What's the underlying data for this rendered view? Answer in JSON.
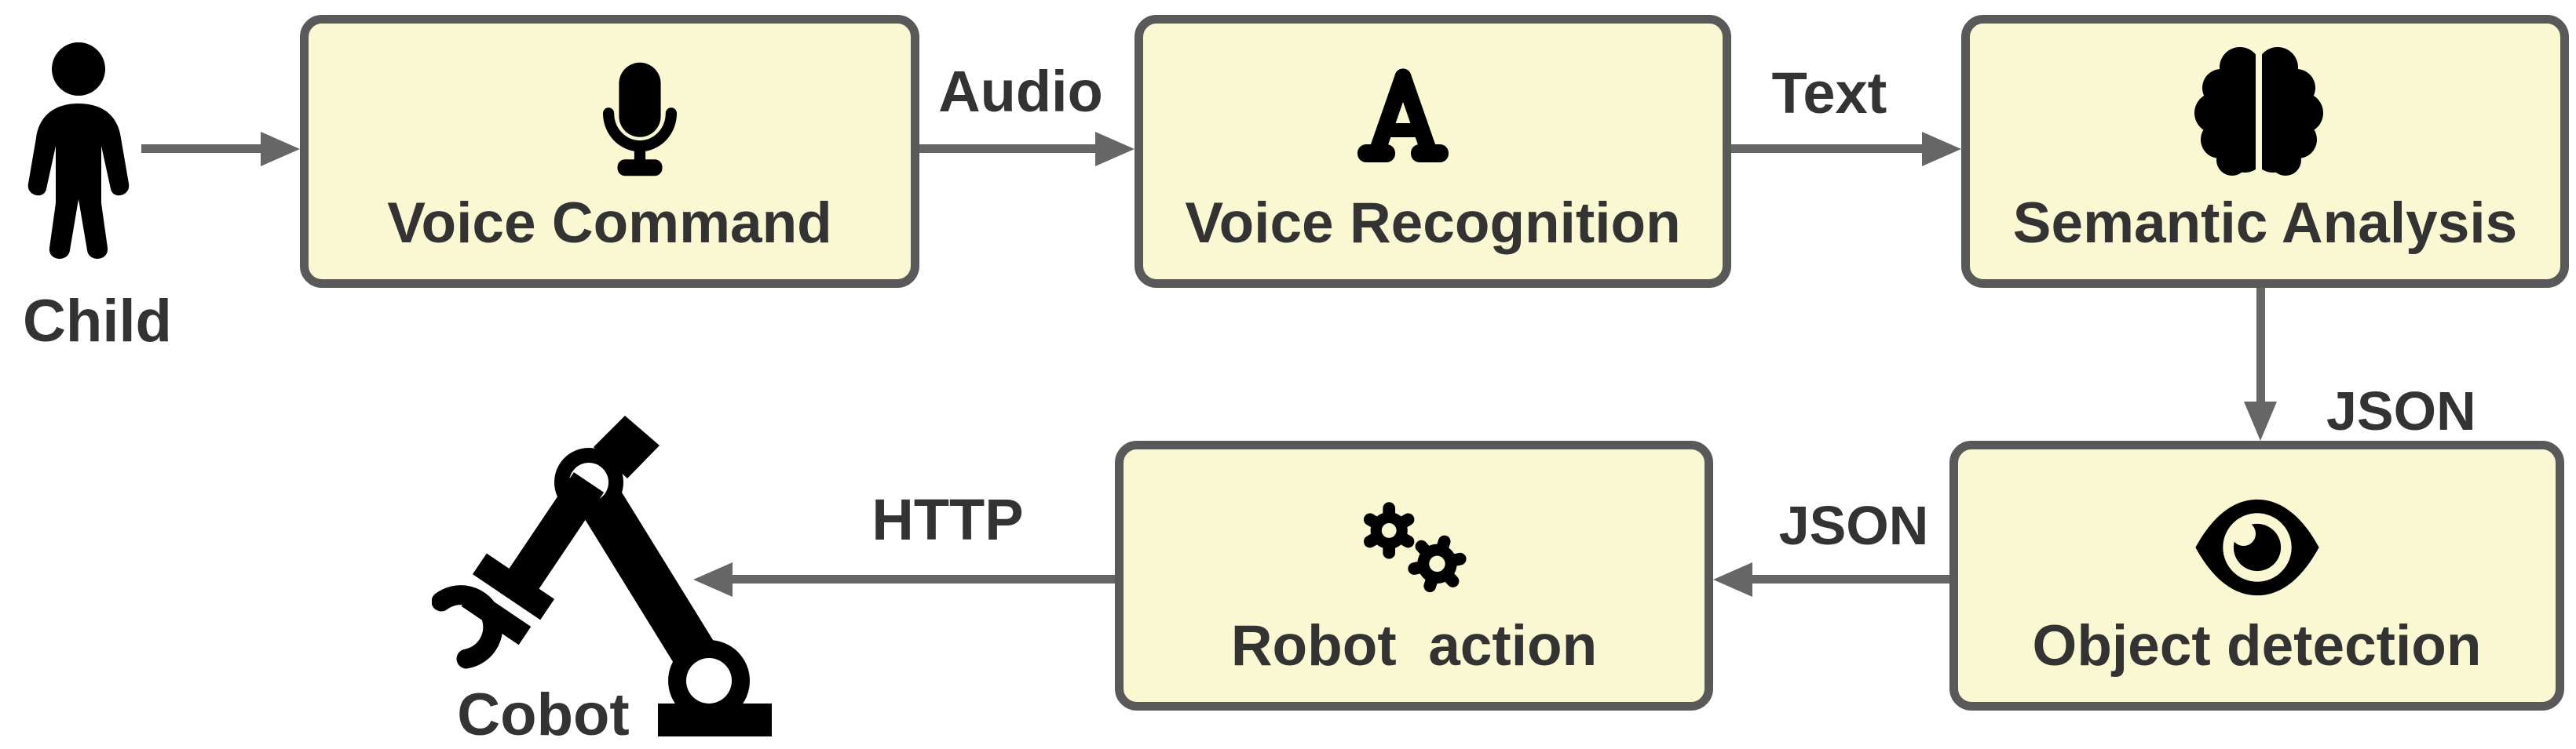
{
  "diagram": {
    "nodes": [
      {
        "id": "voice-command",
        "label": "Voice Command",
        "icon": "microphone-icon"
      },
      {
        "id": "voice-recognition",
        "label": "Voice Recognition",
        "icon": "letter-a-icon"
      },
      {
        "id": "semantic-analysis",
        "label": "Semantic Analysis",
        "icon": "brain-icon"
      },
      {
        "id": "robot-action",
        "label": "Robot  action",
        "icon": "gears-icon"
      },
      {
        "id": "object-detection",
        "label": "Object detection",
        "icon": "eye-icon"
      }
    ],
    "actors": [
      {
        "id": "child",
        "label": "Child",
        "icon": "child-icon"
      },
      {
        "id": "cobot",
        "label": "Cobot",
        "icon": "robot-arm-icon"
      }
    ],
    "edges": [
      {
        "from": "child",
        "to": "voice-command",
        "label": ""
      },
      {
        "from": "voice-command",
        "to": "voice-recognition",
        "label": "Audio"
      },
      {
        "from": "voice-recognition",
        "to": "semantic-analysis",
        "label": "Text"
      },
      {
        "from": "semantic-analysis",
        "to": "object-detection",
        "label": "JSON"
      },
      {
        "from": "object-detection",
        "to": "robot-action",
        "label": "JSON"
      },
      {
        "from": "robot-action",
        "to": "cobot",
        "label": "HTTP"
      }
    ],
    "colors": {
      "background": "#FFFFFF",
      "node_fill": "#FAF8D3",
      "node_border": "#595959",
      "arrow": "#666666",
      "label_text": "#333333",
      "icon": "#000000"
    }
  }
}
